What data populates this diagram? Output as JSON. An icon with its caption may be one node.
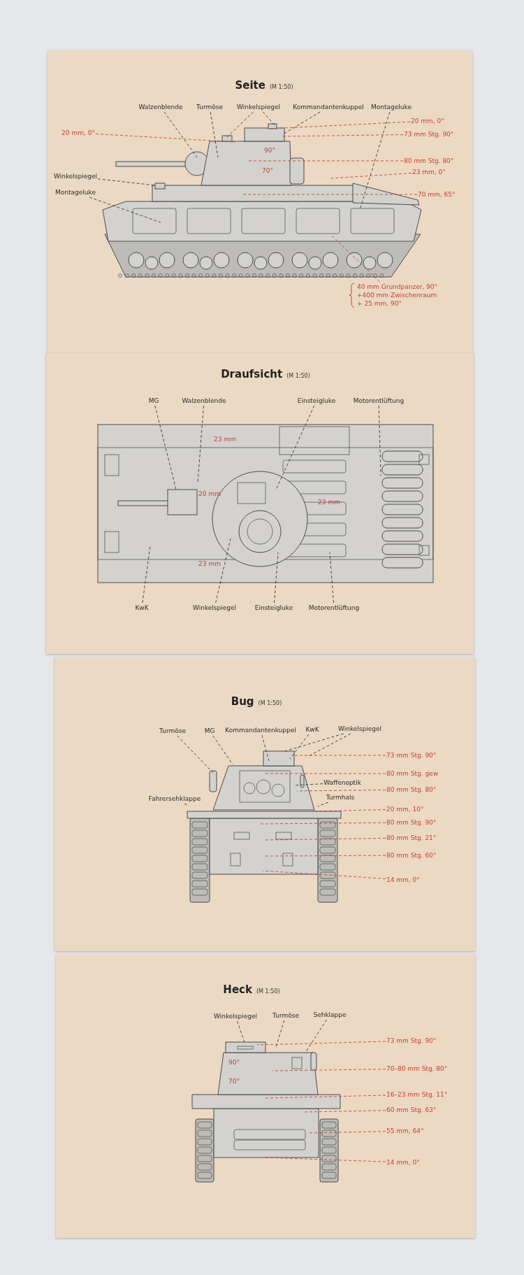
{
  "diagram": {
    "nodes": [
      {
        "text": [
          "Seite",
          "(M 1:50)"
        ]
      },
      {
        "text": [
          "Walzenblende"
        ],
        "in": 0
      },
      {
        "text": [
          "Turmöse"
        ],
        "in": 0
      },
      {
        "text": [
          "Winkelspiegel"
        ],
        "in": 0
      },
      {
        "text": [
          "Kommandantenkuppel"
        ],
        "in": 0
      },
      {
        "text": [
          "Montageluke"
        ],
        "in": 0
      },
      {
        "text": [
          "20 mm, 0°"
        ],
        "in": 0
      },
      {
        "text": [
          "20 mm, 0°"
        ],
        "in": 0
      },
      {
        "text": [
          "73 mm Stg. 90°"
        ],
        "in": 0
      },
      {
        "text": [
          "80 mm Stg. 80°"
        ],
        "in": 0
      },
      {
        "text": [
          "23 mm, 0°"
        ],
        "in": 0
      },
      {
        "text": [
          "70 mm, 65°"
        ],
        "in": 0
      },
      {
        "text": [
          "Winkelspiegel"
        ],
        "in": 0
      },
      {
        "text": [
          "Montageluke"
        ],
        "in": 0
      },
      {
        "text": [
          "40 mm Grundpanzer, 90°",
          "+400 mm Zwischenraum",
          "+ 25 mm, 90°"
        ],
        "in": 0
      },
      {
        "text": [
          "Draufsicht",
          "(M 1:50)"
        ]
      },
      {
        "text": [
          "MG"
        ],
        "in": 15
      },
      {
        "text": [
          "Walzenblende"
        ],
        "in": 15
      },
      {
        "text": [
          "Einsteigluke"
        ],
        "in": 15
      },
      {
        "text": [
          "Motorentlüftung"
        ],
        "in": 15
      },
      {
        "text": [
          "KwK"
        ],
        "in": 15
      },
      {
        "text": [
          "Winkelspiegel"
        ],
        "in": 15
      },
      {
        "text": [
          "Einsteigluke"
        ],
        "in": 15
      },
      {
        "text": [
          "Motorentlüftung"
        ],
        "in": 15
      },
      {
        "text": [
          "Bug",
          "(M 1:50)"
        ]
      },
      {
        "text": [
          "Turmöse"
        ],
        "in": 24
      },
      {
        "text": [
          "MG"
        ],
        "in": 24
      },
      {
        "text": [
          "Kommandantenkuppel"
        ],
        "in": 24
      },
      {
        "text": [
          "KwK"
        ],
        "in": 24
      },
      {
        "text": [
          "Winkelspiegel"
        ],
        "in": 24
      },
      {
        "text": [
          "Fahrersehklappe"
        ],
        "in": 24
      },
      {
        "text": [
          "Waffenoptik"
        ],
        "in": 24
      },
      {
        "text": [
          "Turmhals"
        ],
        "in": 24
      },
      {
        "text": [
          "73 mm Stg. 90°"
        ],
        "in": 24
      },
      {
        "text": [
          "80 mm Stg. gew"
        ],
        "in": 24
      },
      {
        "text": [
          "80 mm Stg. 80°"
        ],
        "in": 24
      },
      {
        "text": [
          "20 mm, 10°"
        ],
        "in": 24
      },
      {
        "text": [
          "80 mm Stg. 90°"
        ],
        "in": 24
      },
      {
        "text": [
          "80 mm Stg. 21°"
        ],
        "in": 24
      },
      {
        "text": [
          "80 mm Stg. 60°"
        ],
        "in": 24
      },
      {
        "text": [
          "14 mm, 0°"
        ],
        "in": 24
      },
      {
        "text": [
          "Heck",
          "(M 1:50)"
        ]
      },
      {
        "text": [
          "Winkelspiegel"
        ],
        "in": 41
      },
      {
        "text": [
          "Turmöse"
        ],
        "in": 41
      },
      {
        "text": [
          "Sehklappe"
        ],
        "in": 41
      },
      {
        "text": [
          "73 mm Stg. 90°"
        ],
        "in": 41
      },
      {
        "text": [
          "70–80 mm Stg. 80°"
        ],
        "in": 41
      },
      {
        "text": [
          "16–23 mm Stg. 11°"
        ],
        "in": 41
      },
      {
        "text": [
          "60 mm Stg. 63°"
        ],
        "in": 41
      },
      {
        "text": [
          "55 mm, 64°"
        ],
        "in": 41
      },
      {
        "text": [
          "14 mm, 0°"
        ],
        "in": 41
      },
      {
        "text": [],
        "shape": "picture",
        "in": 0
      },
      {
        "text": [],
        "shape": "picture",
        "in": 15
      },
      {
        "text": [],
        "shape": "picture",
        "in": 24
      },
      {
        "text": [],
        "shape": "picture",
        "in": 41
      }
    ],
    "edges": [
      {
        "from": 1,
        "to": 51,
        "arrow": "none",
        "style": "dashed"
      },
      {
        "from": 2,
        "to": 51,
        "arrow": "none",
        "style": "dashed"
      },
      {
        "from": 3,
        "to": 51,
        "arrow": "none",
        "style": "dashed"
      },
      {
        "from": 3,
        "to": 51,
        "arrow": "none",
        "style": "dashed"
      },
      {
        "from": 4,
        "to": 51,
        "arrow": "none",
        "style": "dashed"
      },
      {
        "from": 5,
        "to": 51,
        "arrow": "none",
        "style": "dashed"
      },
      {
        "from": 6,
        "to": 51,
        "arrow": "none",
        "style": "dashed",
        "color": "#c8402e"
      },
      {
        "from": 7,
        "to": 51,
        "arrow": "none",
        "style": "dashed",
        "color": "#c8402e"
      },
      {
        "from": 8,
        "to": 51,
        "arrow": "none",
        "style": "dashed",
        "color": "#c8402e"
      },
      {
        "from": 9,
        "to": 51,
        "arrow": "none",
        "style": "dashed",
        "color": "#c8402e"
      },
      {
        "from": 10,
        "to": 51,
        "arrow": "none",
        "style": "dashed",
        "color": "#c8402e"
      },
      {
        "from": 11,
        "to": 51,
        "arrow": "none",
        "style": "dashed",
        "color": "#c8402e"
      },
      {
        "from": 12,
        "to": 51,
        "arrow": "none",
        "style": "dashed"
      },
      {
        "from": 13,
        "to": 51,
        "arrow": "none",
        "style": "dashed"
      },
      {
        "from": 14,
        "to": 51,
        "arrow": "none",
        "style": "dashed",
        "color": "#c8402e"
      },
      {
        "from": 16,
        "to": 52,
        "arrow": "none",
        "style": "dashed"
      },
      {
        "from": 17,
        "to": 52,
        "arrow": "none",
        "style": "dashed"
      },
      {
        "from": 18,
        "to": 52,
        "arrow": "none",
        "style": "dashed"
      },
      {
        "from": 19,
        "to": 52,
        "arrow": "none",
        "style": "dashed"
      },
      {
        "from": 20,
        "to": 52,
        "arrow": "none",
        "style": "dashed"
      },
      {
        "from": 21,
        "to": 52,
        "arrow": "none",
        "style": "dashed"
      },
      {
        "from": 22,
        "to": 52,
        "arrow": "none",
        "style": "dashed"
      },
      {
        "from": 23,
        "to": 52,
        "arrow": "none",
        "style": "dashed"
      },
      {
        "from": 25,
        "to": 53,
        "arrow": "none",
        "style": "dashed"
      },
      {
        "from": 26,
        "to": 53,
        "arrow": "none",
        "style": "dashed"
      },
      {
        "from": 27,
        "to": 53,
        "arrow": "none",
        "style": "dashed"
      },
      {
        "from": 28,
        "to": 53,
        "arrow": "none",
        "style": "dashed"
      },
      {
        "from": 29,
        "to": 53,
        "arrow": "none",
        "style": "dashed"
      },
      {
        "from": 29,
        "to": 53,
        "arrow": "none",
        "style": "dashed"
      },
      {
        "from": 30,
        "to": 53,
        "arrow": "none",
        "style": "dashed"
      },
      {
        "from": 31,
        "to": 53,
        "arrow": "none",
        "style": "dashed"
      },
      {
        "from": 32,
        "to": 53,
        "arrow": "none",
        "style": "dashed"
      },
      {
        "from": 33,
        "to": 53,
        "arrow": "none",
        "style": "dashed",
        "color": "#c8402e"
      },
      {
        "from": 34,
        "to": 53,
        "arrow": "none",
        "style": "dashed",
        "color": "#c8402e"
      },
      {
        "from": 35,
        "to": 53,
        "arrow": "none",
        "style": "dashed",
        "color": "#c8402e"
      },
      {
        "from": 36,
        "to": 53,
        "arrow": "none",
        "style": "dashed",
        "color": "#c8402e"
      },
      {
        "from": 37,
        "to": 53,
        "arrow": "none",
        "style": "dashed",
        "color": "#c8402e"
      },
      {
        "from": 38,
        "to": 53,
        "arrow": "none",
        "style": "dashed",
        "color": "#c8402e"
      },
      {
        "from": 39,
        "to": 53,
        "arrow": "none",
        "style": "dashed",
        "color": "#c8402e"
      },
      {
        "from": 40,
        "to": 53,
        "arrow": "none",
        "style": "dashed",
        "color": "#c8402e"
      },
      {
        "from": 42,
        "to": 54,
        "arrow": "none",
        "style": "dashed"
      },
      {
        "from": 43,
        "to": 54,
        "arrow": "none",
        "style": "dashed"
      },
      {
        "from": 44,
        "to": 54,
        "arrow": "none",
        "style": "dashed"
      },
      {
        "from": 45,
        "to": 54,
        "arrow": "none",
        "style": "dashed",
        "color": "#c8402e"
      },
      {
        "from": 46,
        "to": 54,
        "arrow": "none",
        "style": "dashed",
        "color": "#c8402e"
      },
      {
        "from": 47,
        "to": 54,
        "arrow": "none",
        "style": "dashed",
        "color": "#c8402e"
      },
      {
        "from": 48,
        "to": 54,
        "arrow": "none",
        "style": "dashed",
        "color": "#c8402e"
      },
      {
        "from": 49,
        "to": 54,
        "arrow": "none",
        "style": "dashed",
        "color": "#c8402e"
      },
      {
        "from": 50,
        "to": 54,
        "arrow": "none",
        "style": "dashed",
        "color": "#c8402e"
      }
    ],
    "labels": [
      "90°",
      "70°",
      "23 mm",
      "20 mm",
      "23 mm",
      "23 mm",
      "90°",
      "70°"
    ]
  }
}
